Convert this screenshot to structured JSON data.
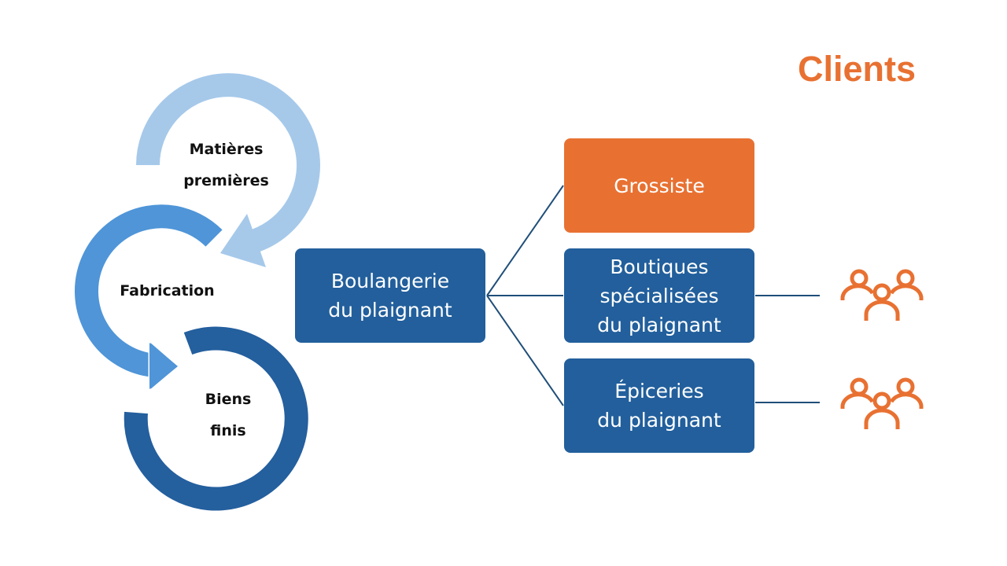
{
  "title": "Clients",
  "cycle": [
    {
      "label": "Matières\npremières",
      "color": "#a6c9ea"
    },
    {
      "label": "Fabrication",
      "color": "#4f95d8"
    },
    {
      "label": "Biens\nfinis",
      "color": "#245f9e"
    }
  ],
  "source_box": {
    "label": "Boulangerie\ndu plaignant"
  },
  "channels": [
    {
      "label": "Grossiste",
      "color": "#e87132"
    },
    {
      "label": "Boutiques\nspécialisées\ndu plaignant",
      "color": "#225f9c"
    },
    {
      "label": "Épiceries\ndu plaignant",
      "color": "#225f9c"
    }
  ],
  "icons": [
    "people-group-icon",
    "people-group-icon"
  ]
}
